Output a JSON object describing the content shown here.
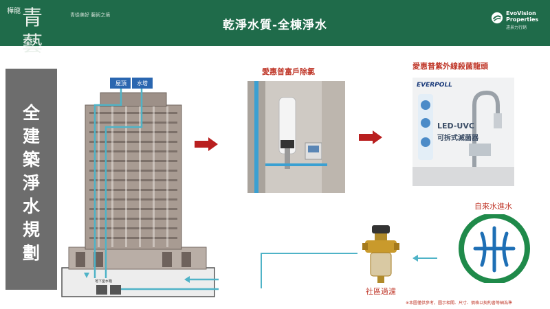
{
  "header": {
    "title": "乾淨水質-全棟淨水",
    "brand_small": "樺龍",
    "brand_big": "青藝",
    "brand_tag": "青從美好 藝術之境",
    "logo_text": "EvoVision Properties",
    "logo_sub": "遠景力行銷"
  },
  "left_panel": {
    "vertical_text": "全建築淨水規劃"
  },
  "building": {
    "roof_label_1": "屋頂",
    "roof_label_2": "水塔",
    "basement_label": "地下室水箱"
  },
  "step1": {
    "caption": "愛惠普富戶除氯"
  },
  "step2": {
    "caption": "愛惠普紫外線殺菌龍頭",
    "brand": "EVERPOLL",
    "product_line1": "LED-UVC",
    "product_line2": "可拆式滅菌器"
  },
  "tap_water": {
    "label": "自來水進水"
  },
  "community_filter": {
    "label": "社區過濾"
  },
  "footnote": "※本圖僅供參考，圖示相關、尺寸、價格以契約書等細為準",
  "colors": {
    "header_bg": "#1f6b4a",
    "accent_red": "#c0392b",
    "pipe_teal": "#4fb3c7",
    "logo_green": "#1f8a4a",
    "logo_blue": "#1e6fb5"
  }
}
